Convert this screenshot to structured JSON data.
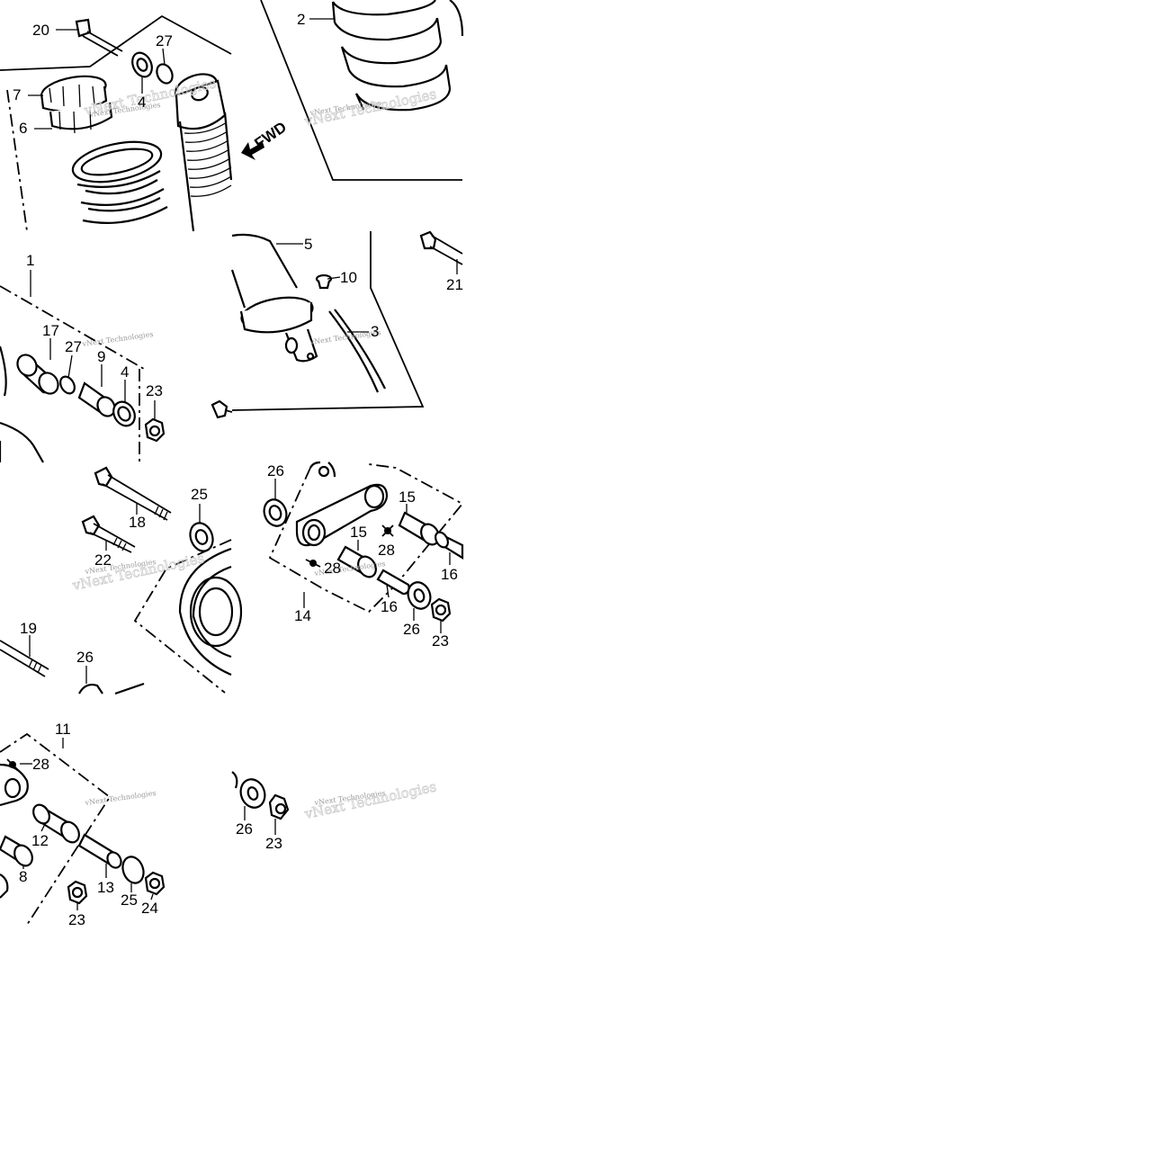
{
  "callouts": [
    {
      "num": "20"
    },
    {
      "num": "27"
    },
    {
      "num": "4"
    },
    {
      "num": "7"
    },
    {
      "num": "6"
    },
    {
      "num": "2"
    },
    {
      "num": "5"
    },
    {
      "num": "10"
    },
    {
      "num": "21"
    },
    {
      "num": "1"
    },
    {
      "num": "17"
    },
    {
      "num": "27"
    },
    {
      "num": "9"
    },
    {
      "num": "4"
    },
    {
      "num": "23"
    },
    {
      "num": "3"
    },
    {
      "num": "18"
    },
    {
      "num": "25"
    },
    {
      "num": "22"
    },
    {
      "num": "26"
    },
    {
      "num": "15"
    },
    {
      "num": "15"
    },
    {
      "num": "28"
    },
    {
      "num": "28"
    },
    {
      "num": "16"
    },
    {
      "num": "14"
    },
    {
      "num": "16"
    },
    {
      "num": "26"
    },
    {
      "num": "23"
    },
    {
      "num": "19"
    },
    {
      "num": "26"
    },
    {
      "num": "11"
    },
    {
      "num": "28"
    },
    {
      "num": "12"
    },
    {
      "num": "8"
    },
    {
      "num": "13"
    },
    {
      "num": "25"
    },
    {
      "num": "24"
    },
    {
      "num": "23"
    },
    {
      "num": "26"
    },
    {
      "num": "23"
    }
  ],
  "direction_marker": "FWD",
  "watermark": {
    "line1": "vNext Technologies"
  }
}
